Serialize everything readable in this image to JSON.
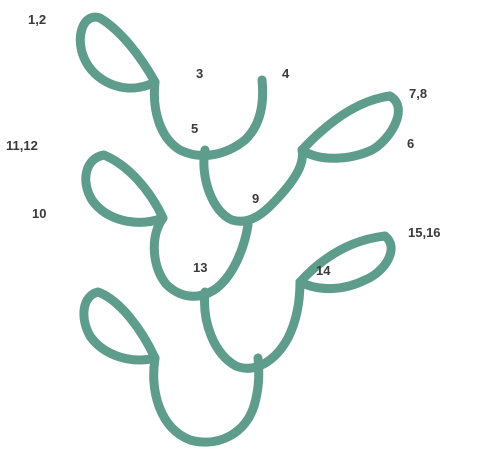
{
  "diagram": {
    "colors": {
      "stroke": "#5e9c8c",
      "label": "#3a3a3a",
      "background": "#ffffff"
    },
    "labels": {
      "l_1_2": "1,2",
      "l_3": "3",
      "l_4": "4",
      "l_5": "5",
      "l_7_8": "7,8",
      "l_6": "6",
      "l_11_12": "11,12",
      "l_10": "10",
      "l_9": "9",
      "l_15_16": "15,16",
      "l_13": "13",
      "l_14": "14"
    }
  }
}
